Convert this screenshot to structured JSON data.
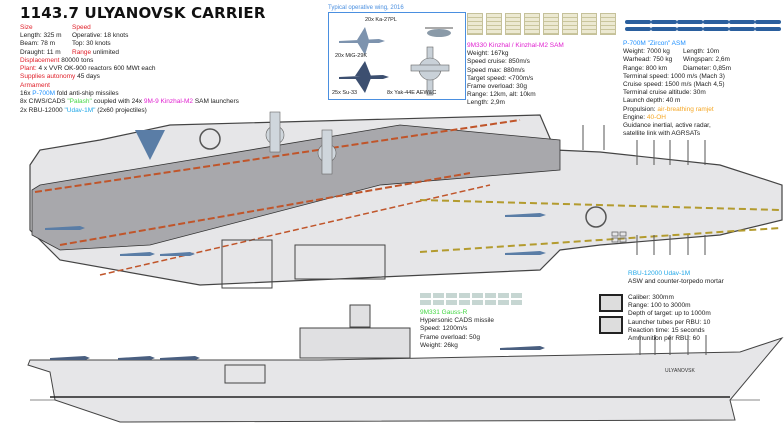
{
  "title": "1143.7 ULYANOVSK CARRIER",
  "specs": {
    "size_label": "Size",
    "speed_label": "Speed",
    "length": "Length: 325 m",
    "operative": "Operative: 18 knots",
    "beam": "Beam: 78 m",
    "top": "Top: 30 knots",
    "draught": "Draught: 11 m",
    "range_label": "Range",
    "range_value": "unlimited",
    "displacement_label": "Displacement",
    "displacement_value": "80000 tons",
    "plant_label": "Plant:",
    "plant_value": "4 x VVR OK-900 reactors 600 MWt each",
    "autonomy_label": "Supplies autonomy",
    "autonomy_value": "45 days"
  },
  "armament": {
    "heading": "Armament",
    "line1_prefix": "16x",
    "line1_name": "P-700M",
    "line1_suffix": "fold anti-ship missiles",
    "line2_prefix": "8x CIWS/CADS",
    "line2_name": "\"Palash\"",
    "line2_mid": "coupled with 24x",
    "line2_name2": "9M-9 Kinzhal-M2",
    "line2_suffix": "SAM launchers",
    "line3_prefix": "2x RBU-12000",
    "line3_name": "\"Udav-1M\"",
    "line3_suffix": "(2x60 projectiles)"
  },
  "air_wing": {
    "label": "Typical operative wing, 2016",
    "ka27": "20x Ka-27PL",
    "mig29": "20x MiG-29K",
    "su33": "25x Su-33",
    "yak44": "8x Yak-44E AEW&C"
  },
  "sam": {
    "name": "9M330 Kinzhal / Kinzhal-M2 SAM",
    "weight": "Weight: 167kg",
    "speed_cruise": "Speed cruise: 850m/s",
    "speed_max": "Speed max: 880m/s",
    "target_speed": "Target speed: <700m/s",
    "frame_overload": "Frame overload: 30g",
    "range": "Range: 12km, alt: 10km",
    "length": "Length: 2,9m"
  },
  "asm": {
    "name": "P-700M \"Zircon\" ASM",
    "weight": "Weight: 7000 kg",
    "length": "Length: 10m",
    "warhead": "Warhead: 750 kg",
    "wingspan": "Wingspan: 2,6m",
    "range": "Range: 800 km",
    "diameter": "Diameter: 0,85m",
    "terminal_speed": "Terminal speed: 1000 m/s (Mach 3)",
    "cruise_speed": "Cruise speed: 1500 m/s (Mach 4,5)",
    "terminal_altitude": "Terminal cruise altitude: 30m",
    "launch_depth": "Launch depth: 40 m",
    "propulsion_label": "Propulsion:",
    "propulsion_value": "air-breathing ramjet",
    "engine_label": "Engine:",
    "engine_value": "40-OH",
    "guidance": "Guidance inertial, active radar,",
    "guidance2": "satellite link with AGRSATs"
  },
  "rbu": {
    "name": "RBU-12000 Udav-1M",
    "desc": "ASW and counter-torpedo mortar",
    "caliber": "Caliber: 300mm",
    "range": "Range: 100 to 3000m",
    "depth": "Depth of target: up to 1000m",
    "tubes": "Launcher tubes per RBU: 10",
    "reaction": "Reaction time: 15 seconds",
    "ammo": "Ammunition per RBU: 60"
  },
  "hypersonic": {
    "name": "9M331 Gauss-R",
    "type": "Hypersonic CADS missile",
    "speed": "Speed: 1200m/s",
    "frame_overload": "Frame overload: 50g",
    "weight": "Weight: 26kg"
  },
  "ship_name": "ULYANOVSK",
  "colors": {
    "deck": "#a8a8ac",
    "hull": "#e6e6e8",
    "stripe_orange": "#c0552a",
    "stripe_yellow": "#b39b2e",
    "aircraft": "#5a7da6",
    "accent_blue": "#1e90ff",
    "accent_red": "#e0202a"
  }
}
